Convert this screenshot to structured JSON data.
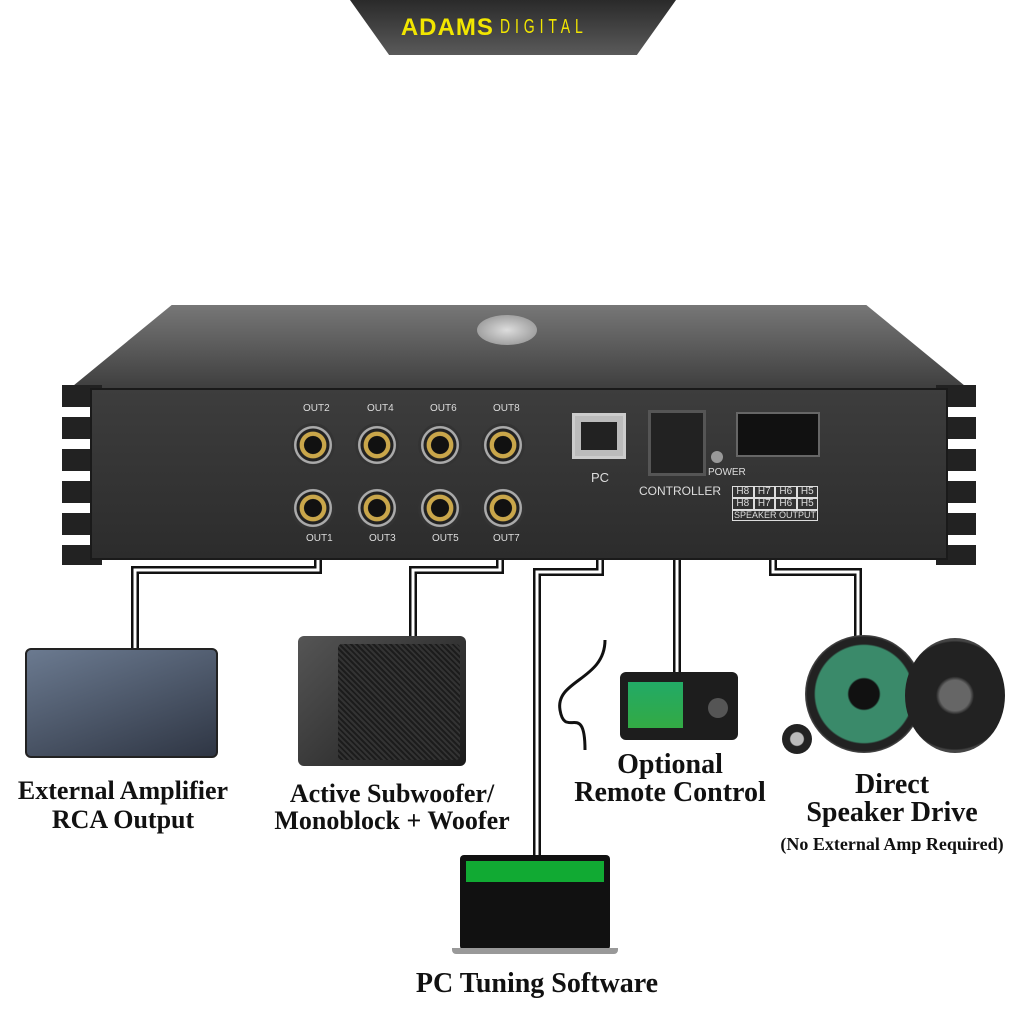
{
  "brand": {
    "bold": "ADAMS",
    "light": "DIGITAL"
  },
  "device": {
    "outputs_top": [
      "OUT2",
      "OUT4",
      "OUT6",
      "OUT8"
    ],
    "outputs_bottom": [
      "OUT1",
      "OUT3",
      "OUT5",
      "OUT7"
    ],
    "pc_label": "PC",
    "controller_label": "CONTROLLER",
    "power_label": "POWER",
    "speaker_minus": [
      "H8",
      "H7",
      "H6",
      "H5"
    ],
    "speaker_plus": [
      "H8",
      "H7",
      "H6",
      "H5"
    ],
    "speaker_output_label": "SPEAKER  OUTPUT"
  },
  "captions": {
    "amp": [
      "External Amplifier",
      "RCA Output"
    ],
    "sub": [
      "Active Subwoofer/",
      "Monoblock + Woofer"
    ],
    "remote": [
      "Optional",
      "Remote Control"
    ],
    "speaker": [
      "Direct",
      "Speaker Drive"
    ],
    "speaker_note": "(No External Amp Required)",
    "pc": "PC Tuning Software"
  }
}
